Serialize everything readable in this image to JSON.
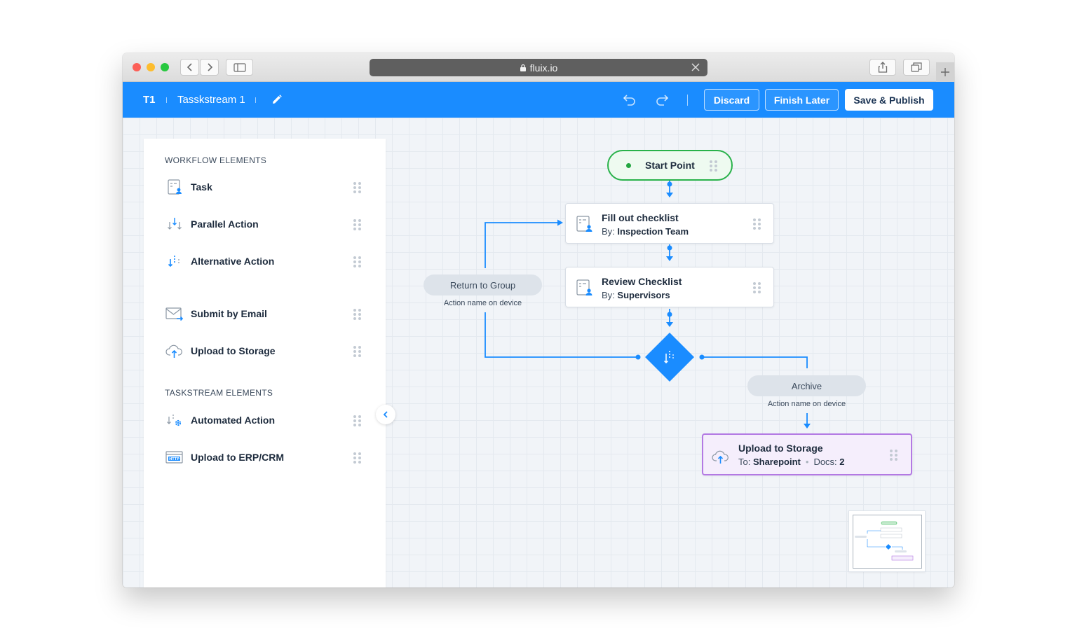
{
  "browser": {
    "url": "fluix.io",
    "icons": [
      "back-icon",
      "forward-icon",
      "sidebar-icon",
      "lock-icon",
      "close-icon",
      "share-icon",
      "tabs-icon",
      "plus-icon"
    ]
  },
  "header": {
    "short_code": "T1",
    "title": "Tasskstream 1",
    "discard_label": "Discard",
    "finish_later_label": "Finish Later",
    "save_publish_label": "Save & Publish",
    "brand_color": "#1a8cff"
  },
  "sidebar": {
    "workflow_heading": "WORKFLOW ELEMENTS",
    "workflow_items": [
      {
        "label": "Task",
        "icon": "task-icon"
      },
      {
        "label": "Parallel Action",
        "icon": "parallel-action-icon"
      },
      {
        "label": "Alternative Action",
        "icon": "alternative-action-icon"
      },
      {
        "label": "Submit by Email",
        "icon": "email-icon"
      },
      {
        "label": "Upload to Storage",
        "icon": "cloud-upload-icon"
      }
    ],
    "taskstream_heading": "TASKSTREAM ELEMENTS",
    "taskstream_items": [
      {
        "label": "Automated Action",
        "icon": "automated-action-icon"
      },
      {
        "label": "Upload to ERP/CRM",
        "icon": "http-icon"
      }
    ]
  },
  "flow": {
    "start": {
      "label": "Start Point",
      "color": "#29b24a"
    },
    "step1": {
      "title": "Fill out checklist",
      "by_label": "By:",
      "by_value": "Inspection Team"
    },
    "step2": {
      "title": "Review Checklist",
      "by_label": "By:",
      "by_value": "Supervisors"
    },
    "return": {
      "label": "Return to Group",
      "sub": "Action name on device"
    },
    "archive": {
      "label": "Archive",
      "sub": "Action name on device"
    },
    "upload": {
      "title": "Upload to Storage",
      "to_label": "To:",
      "to_value": "Sharepoint",
      "docs_label": "Docs:",
      "docs_value": "2",
      "color": "#b379e3"
    }
  }
}
